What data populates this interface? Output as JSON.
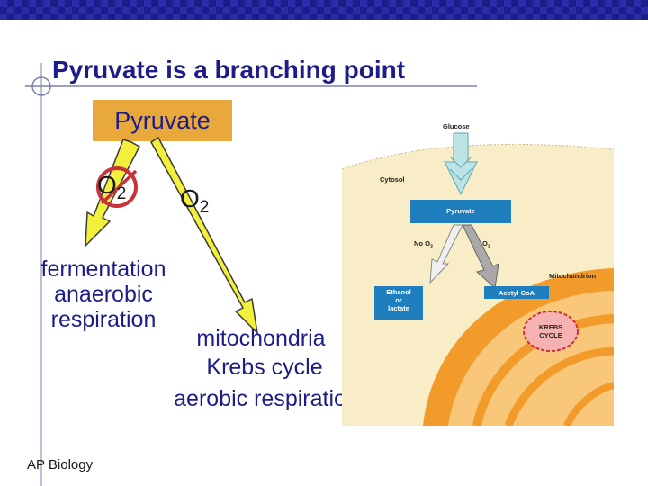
{
  "title": "Pyruvate is a branching point",
  "pyruvate_box": "Pyruvate",
  "o2_left": {
    "main": "O",
    "sub": "2"
  },
  "o2_right": {
    "main": "O",
    "sub": "2"
  },
  "anaerobic_path": {
    "line1": "fermentation",
    "line2": "anaerobic",
    "line3": "respiration"
  },
  "aerobic_path": {
    "line1": "mitochondria",
    "line2": "Krebs cycle",
    "line3": "aerobic respiration"
  },
  "footer": "AP Biology",
  "figure": {
    "glucose": "Glucose",
    "cytosol": "Cytosol",
    "pyruvate": "Pyruvate",
    "no_o2": "No O",
    "no_o2_sub": "2",
    "o2": "O",
    "o2_sub": "2",
    "mitochondrion": "Mitochondrion",
    "ethanol_line1": "Ethanol",
    "ethanol_line2": "or",
    "ethanol_line3": "lactate",
    "acetyl_coa": "Acetyl CoA",
    "krebs_line1": "KREBS",
    "krebs_line2": "CYCLE"
  },
  "colors": {
    "navy": "#1c1d8a",
    "pyruvate_box": "#e8a93a",
    "arrow_yellow": "#f2f03a",
    "arrow_outline": "#3a3a3a",
    "prohibit_red": "#c8323a",
    "mito_orange": "#f39b2a",
    "cytosol_cream": "#f8edc6",
    "fig_blue": "#1f7fbe",
    "krebs_pink": "#f5b2b0"
  }
}
